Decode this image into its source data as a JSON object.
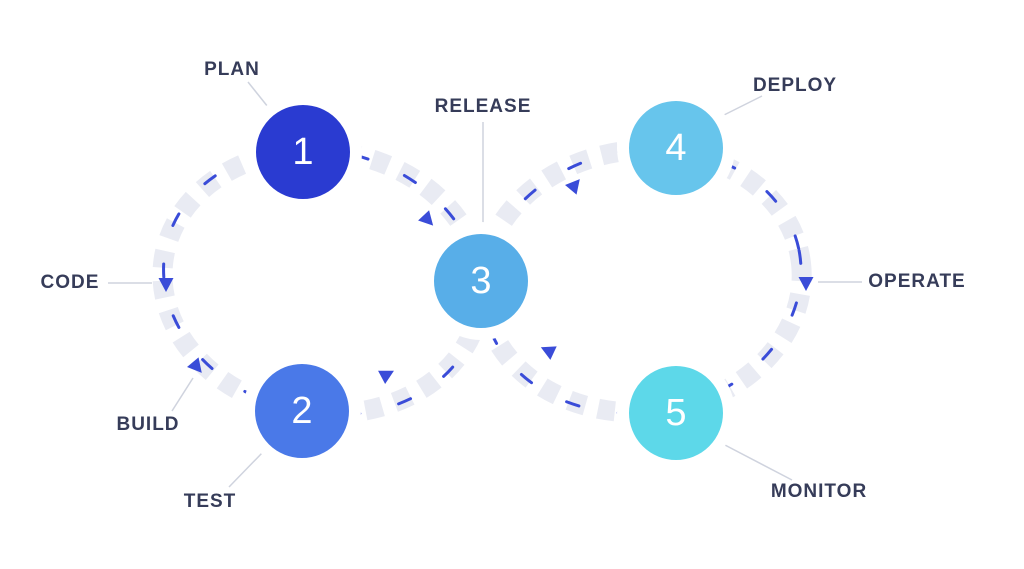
{
  "diagram": {
    "type": "devops-infinity-loop",
    "stages": [
      {
        "number": "1",
        "label": "PLAN",
        "color": "#2a3bd1"
      },
      {
        "number": "2",
        "label": "TEST",
        "color": "#4a79e8"
      },
      {
        "number": "3",
        "label": "RELEASE",
        "color": "#58aee8"
      },
      {
        "number": "4",
        "label": "DEPLOY",
        "color": "#67c5ec"
      },
      {
        "number": "5",
        "label": "MONITOR",
        "color": "#5dd8e9"
      }
    ],
    "side_labels": [
      {
        "label": "CODE"
      },
      {
        "label": "BUILD"
      },
      {
        "label": "OPERATE"
      }
    ],
    "colors": {
      "background": "#ffffff",
      "label_text": "#363c59",
      "track_dash": "#e9ebf3",
      "flow_dash": "#3a4cd8",
      "arrow": "#3a4cd8",
      "connector_line": "#cfd3de",
      "stage_number_text": "#ffffff"
    }
  }
}
